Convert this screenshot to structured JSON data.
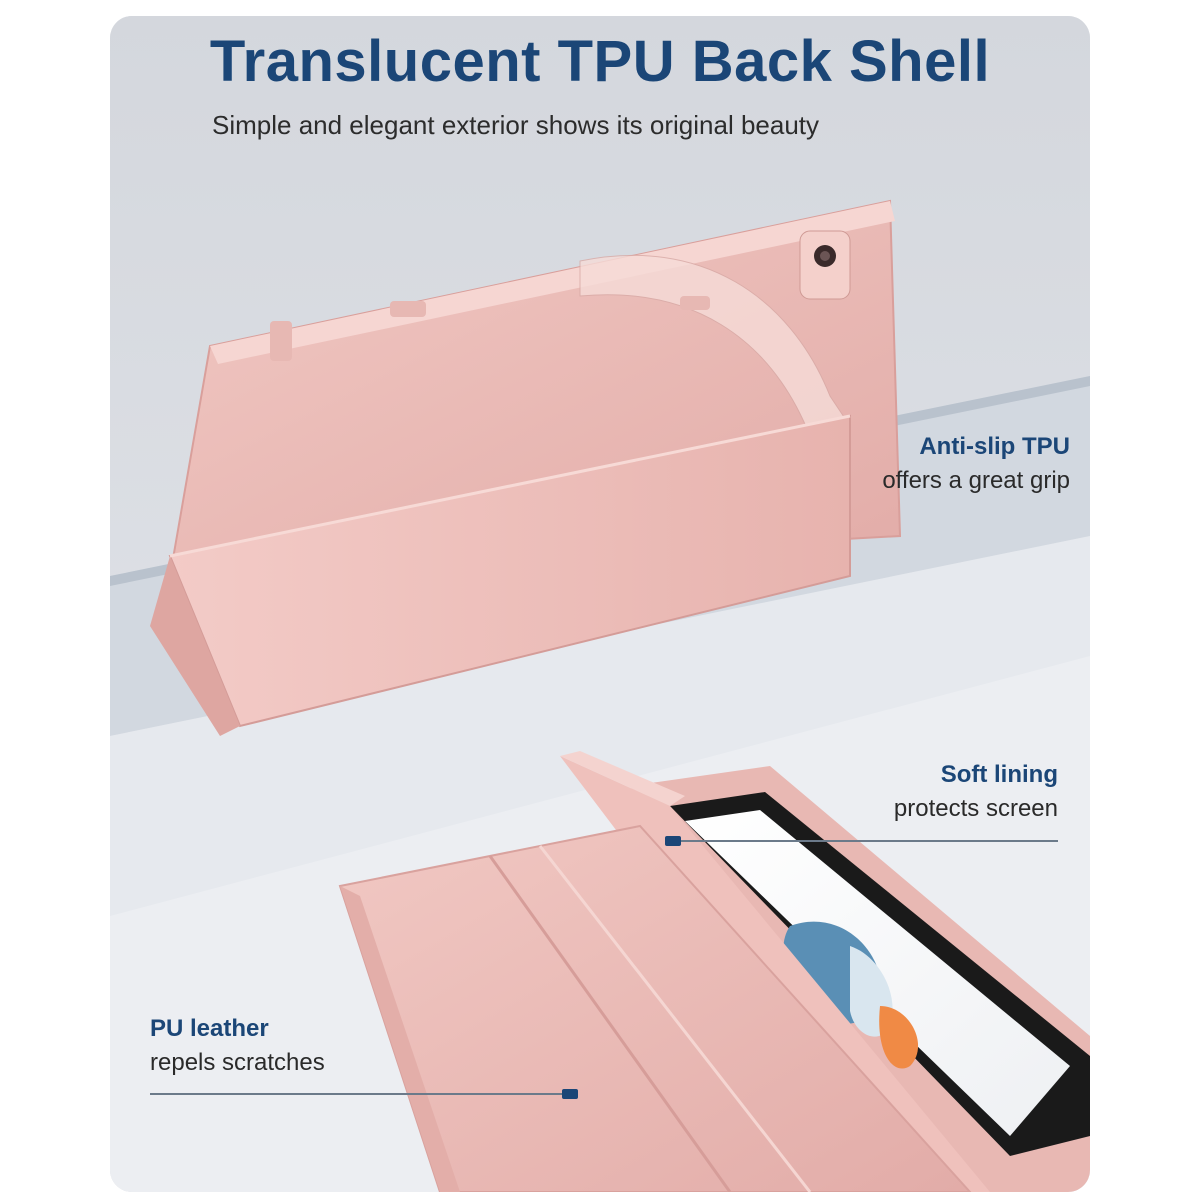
{
  "header": {
    "title": "Translucent TPU Back Shell",
    "subtitle": "Simple and elegant exterior shows its original beauty"
  },
  "callouts": {
    "grip": {
      "title": "Anti-slip TPU",
      "description": "offers a great grip"
    },
    "lining": {
      "title": "Soft lining",
      "description": "protects screen"
    },
    "leather": {
      "title": "PU leather",
      "description": "repels scratches"
    }
  },
  "colors": {
    "heading": "#1b4677",
    "body_text": "#2a2a2a",
    "case_pink": "#e9b8b4",
    "background": "#dcdfe5"
  }
}
